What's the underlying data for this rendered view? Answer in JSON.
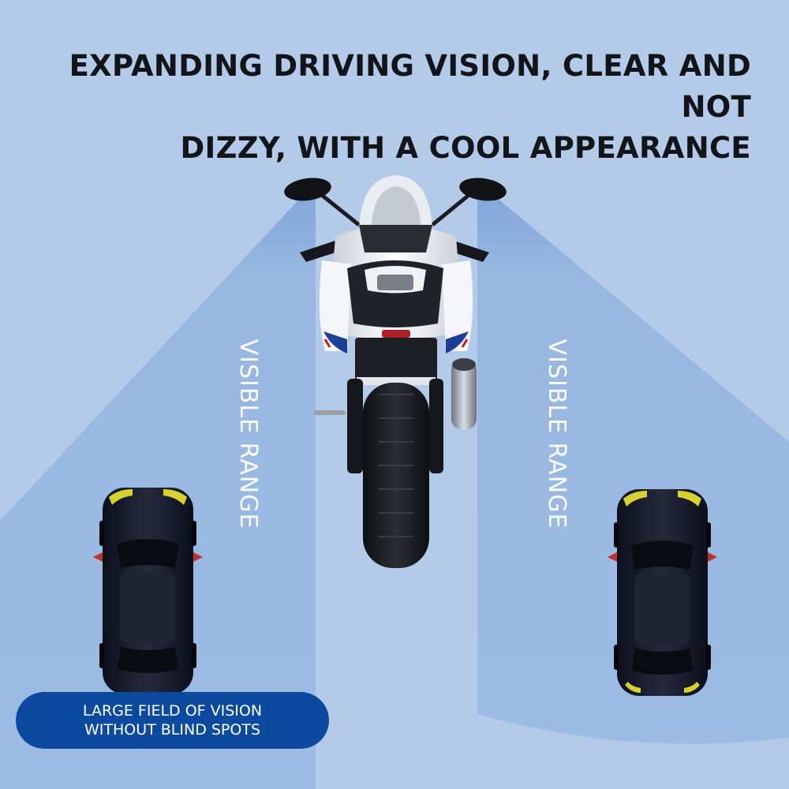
{
  "headline": {
    "line1": "EXPANDING DRIVING VISION, CLEAR AND NOT",
    "line2": "DIZZY, WITH A COOL APPEARANCE"
  },
  "labels": {
    "left": "VISIBLE RANGE",
    "right": "VISIBLE RANGE"
  },
  "badge": {
    "line1": "LARGE FIELD OF VISION",
    "line2": "WITHOUT BLIND SPOTS"
  },
  "colors": {
    "background": "#b3cbe8",
    "visible_range": "#97b7e1",
    "badge": "#0c4aa0",
    "headline_text": "#111418",
    "label_text": "#ffffff"
  },
  "icons": {
    "motorcycle": "motorcycle-rear-view",
    "car_left": "car-top-view",
    "car_right": "car-top-view"
  }
}
